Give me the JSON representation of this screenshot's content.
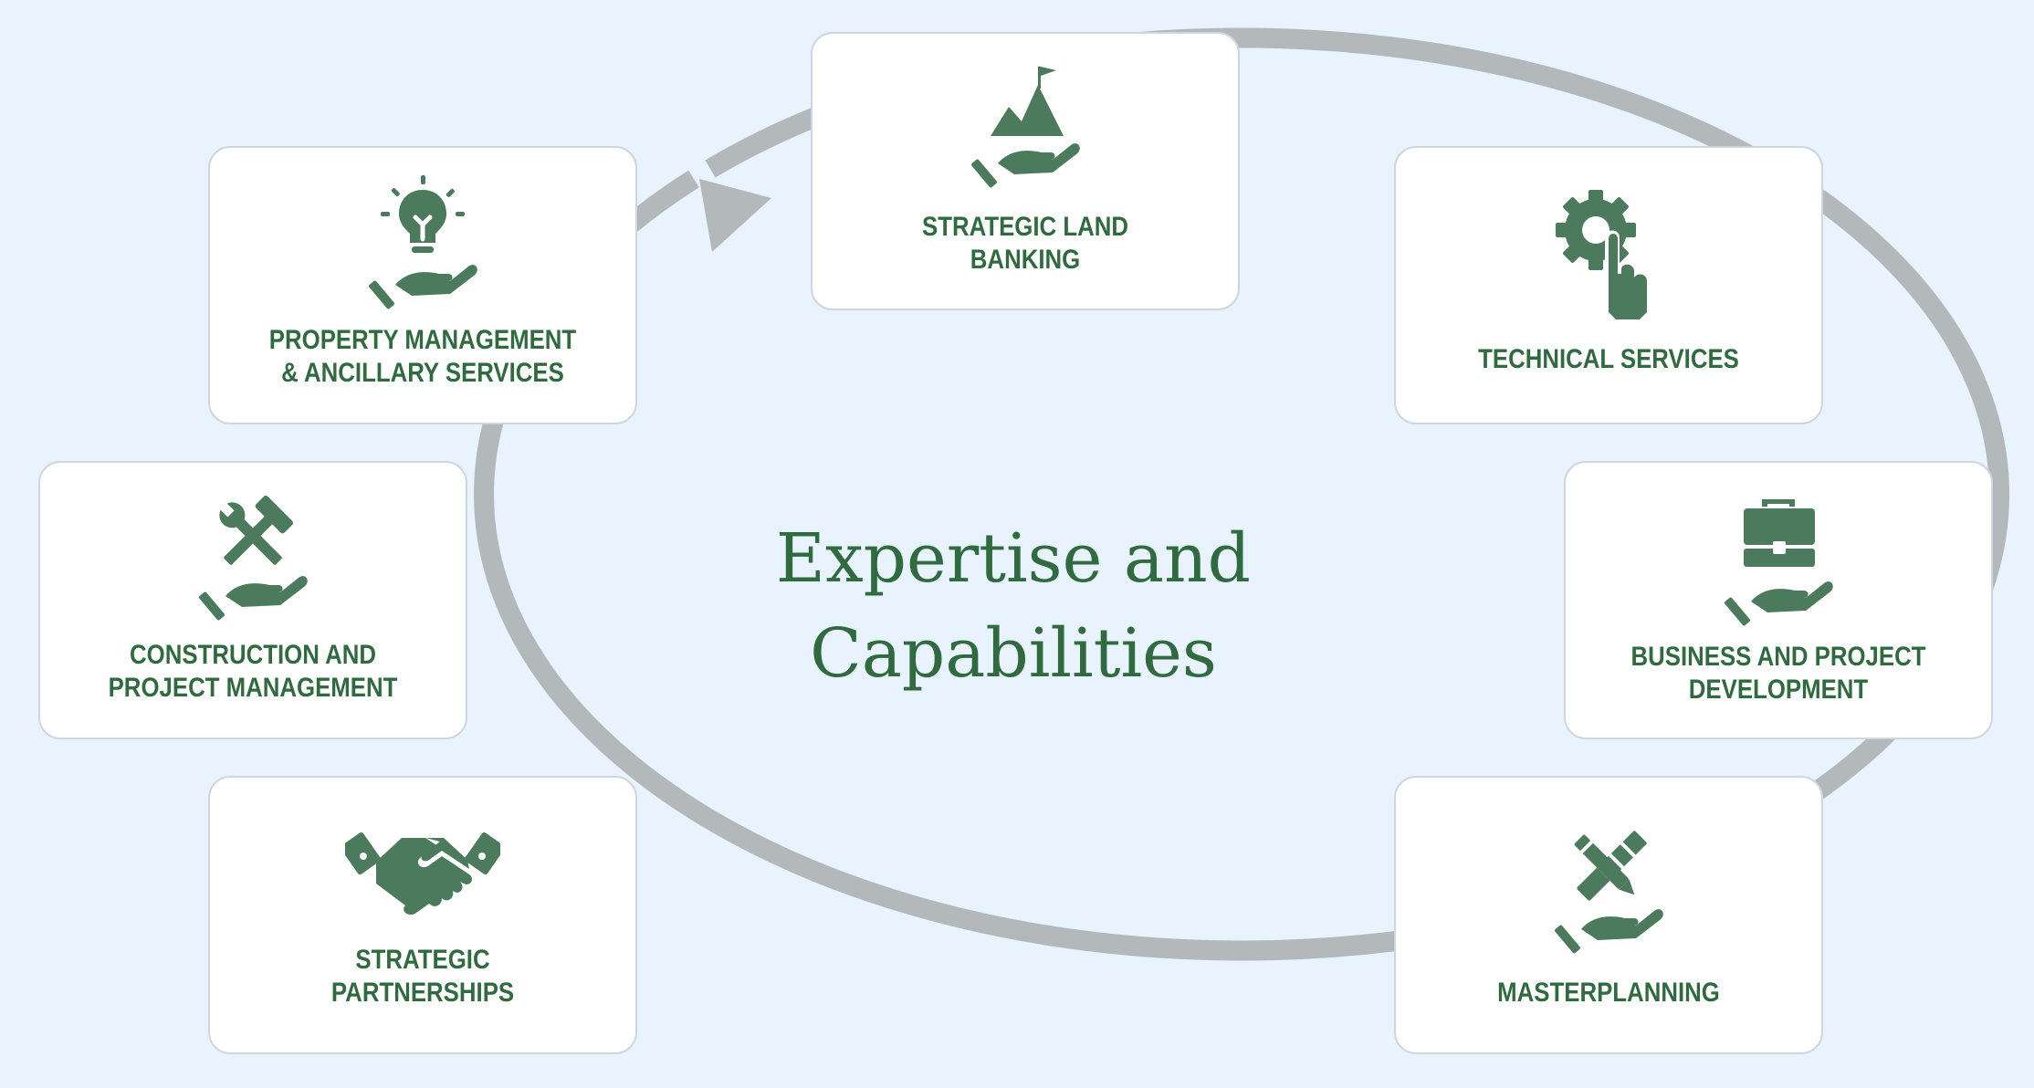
{
  "title": "Expertise and\nCapabilities",
  "colors": {
    "background": "#e8f3fe",
    "card": "#ffffff",
    "card_border": "#cfd6dd",
    "text": "#2f6b3e",
    "icon": "#4c7a5c",
    "ring": "#b3b9bb"
  },
  "cards": {
    "land_banking": {
      "label": "STRATEGIC LAND\nBANKING",
      "icon": "mountain-flag-hand-icon"
    },
    "technical": {
      "label": "TECHNICAL SERVICES",
      "icon": "gear-pointer-icon"
    },
    "business": {
      "label": "BUSINESS AND PROJECT\nDEVELOPMENT",
      "icon": "briefcase-hand-icon"
    },
    "masterplanning": {
      "label": "MASTERPLANNING",
      "icon": "pencil-ruler-hand-icon"
    },
    "partnerships": {
      "label": "STRATEGIC\nPARTNERSHIPS",
      "icon": "handshake-icon"
    },
    "construction": {
      "label": "CONSTRUCTION AND\nPROJECT MANAGEMENT",
      "icon": "hammer-wrench-hand-icon"
    },
    "property": {
      "label": "PROPERTY MANAGEMENT\n& ANCILLARY SERVICES",
      "icon": "lightbulb-hand-icon"
    }
  }
}
